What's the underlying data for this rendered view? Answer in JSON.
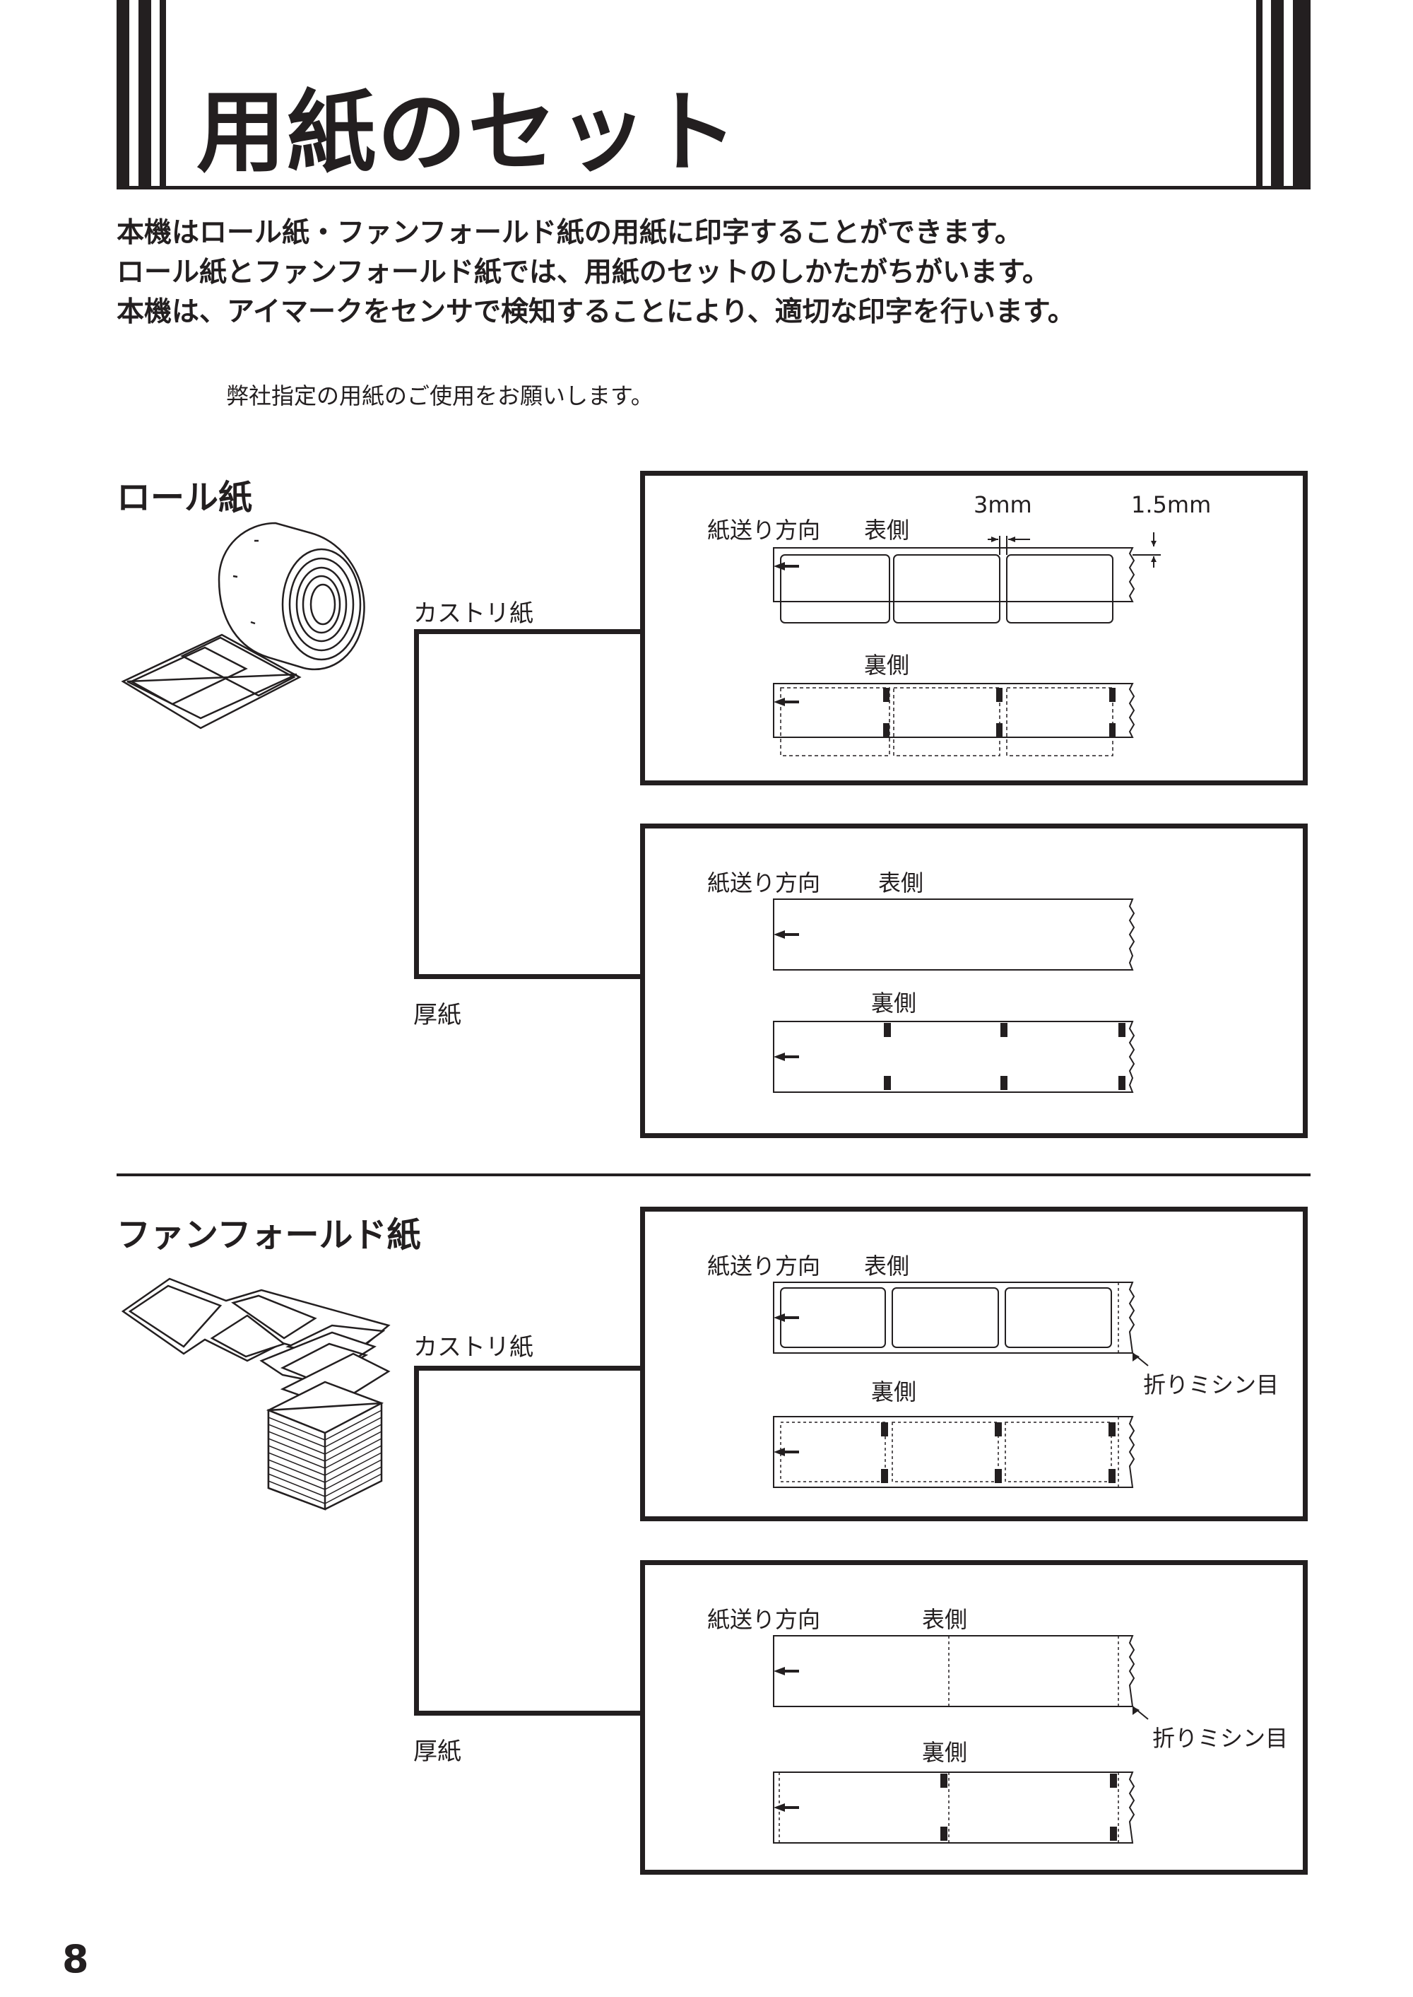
{
  "header": {
    "title": "用紙のセット"
  },
  "intro": {
    "line1": "本機はロール紙・ファンフォールド紙の用紙に印字することができます。",
    "line2": "ロール紙とファンフォールド紙では、用紙のセットのしかたがちがいます。",
    "line3": "本機は、アイマークをセンサで検知することにより、適切な印字を行います。"
  },
  "note": "弊社指定の用紙のご使用をお願いします。",
  "roll": {
    "title": "ロール紙",
    "kasutori_label": "カストリ紙",
    "atsugami_label": "厚紙",
    "panel1": {
      "feed_label": "紙送り方向",
      "front_label": "表側",
      "back_label": "裏側",
      "dim_gap": "3mm",
      "dim_margin": "1.5mm"
    },
    "panel2": {
      "feed_label": "紙送り方向",
      "front_label": "表側",
      "back_label": "裏側"
    }
  },
  "fanfold": {
    "title": "ファンフォールド紙",
    "kasutori_label": "カストリ紙",
    "atsugami_label": "厚紙",
    "panel1": {
      "feed_label": "紙送り方向",
      "front_label": "表側",
      "back_label": "裏側",
      "perforation_label": "折りミシン目"
    },
    "panel2": {
      "feed_label": "紙送り方向",
      "front_label": "表側",
      "back_label": "裏側",
      "perforation_label": "折りミシン目"
    }
  },
  "page_number": "8"
}
